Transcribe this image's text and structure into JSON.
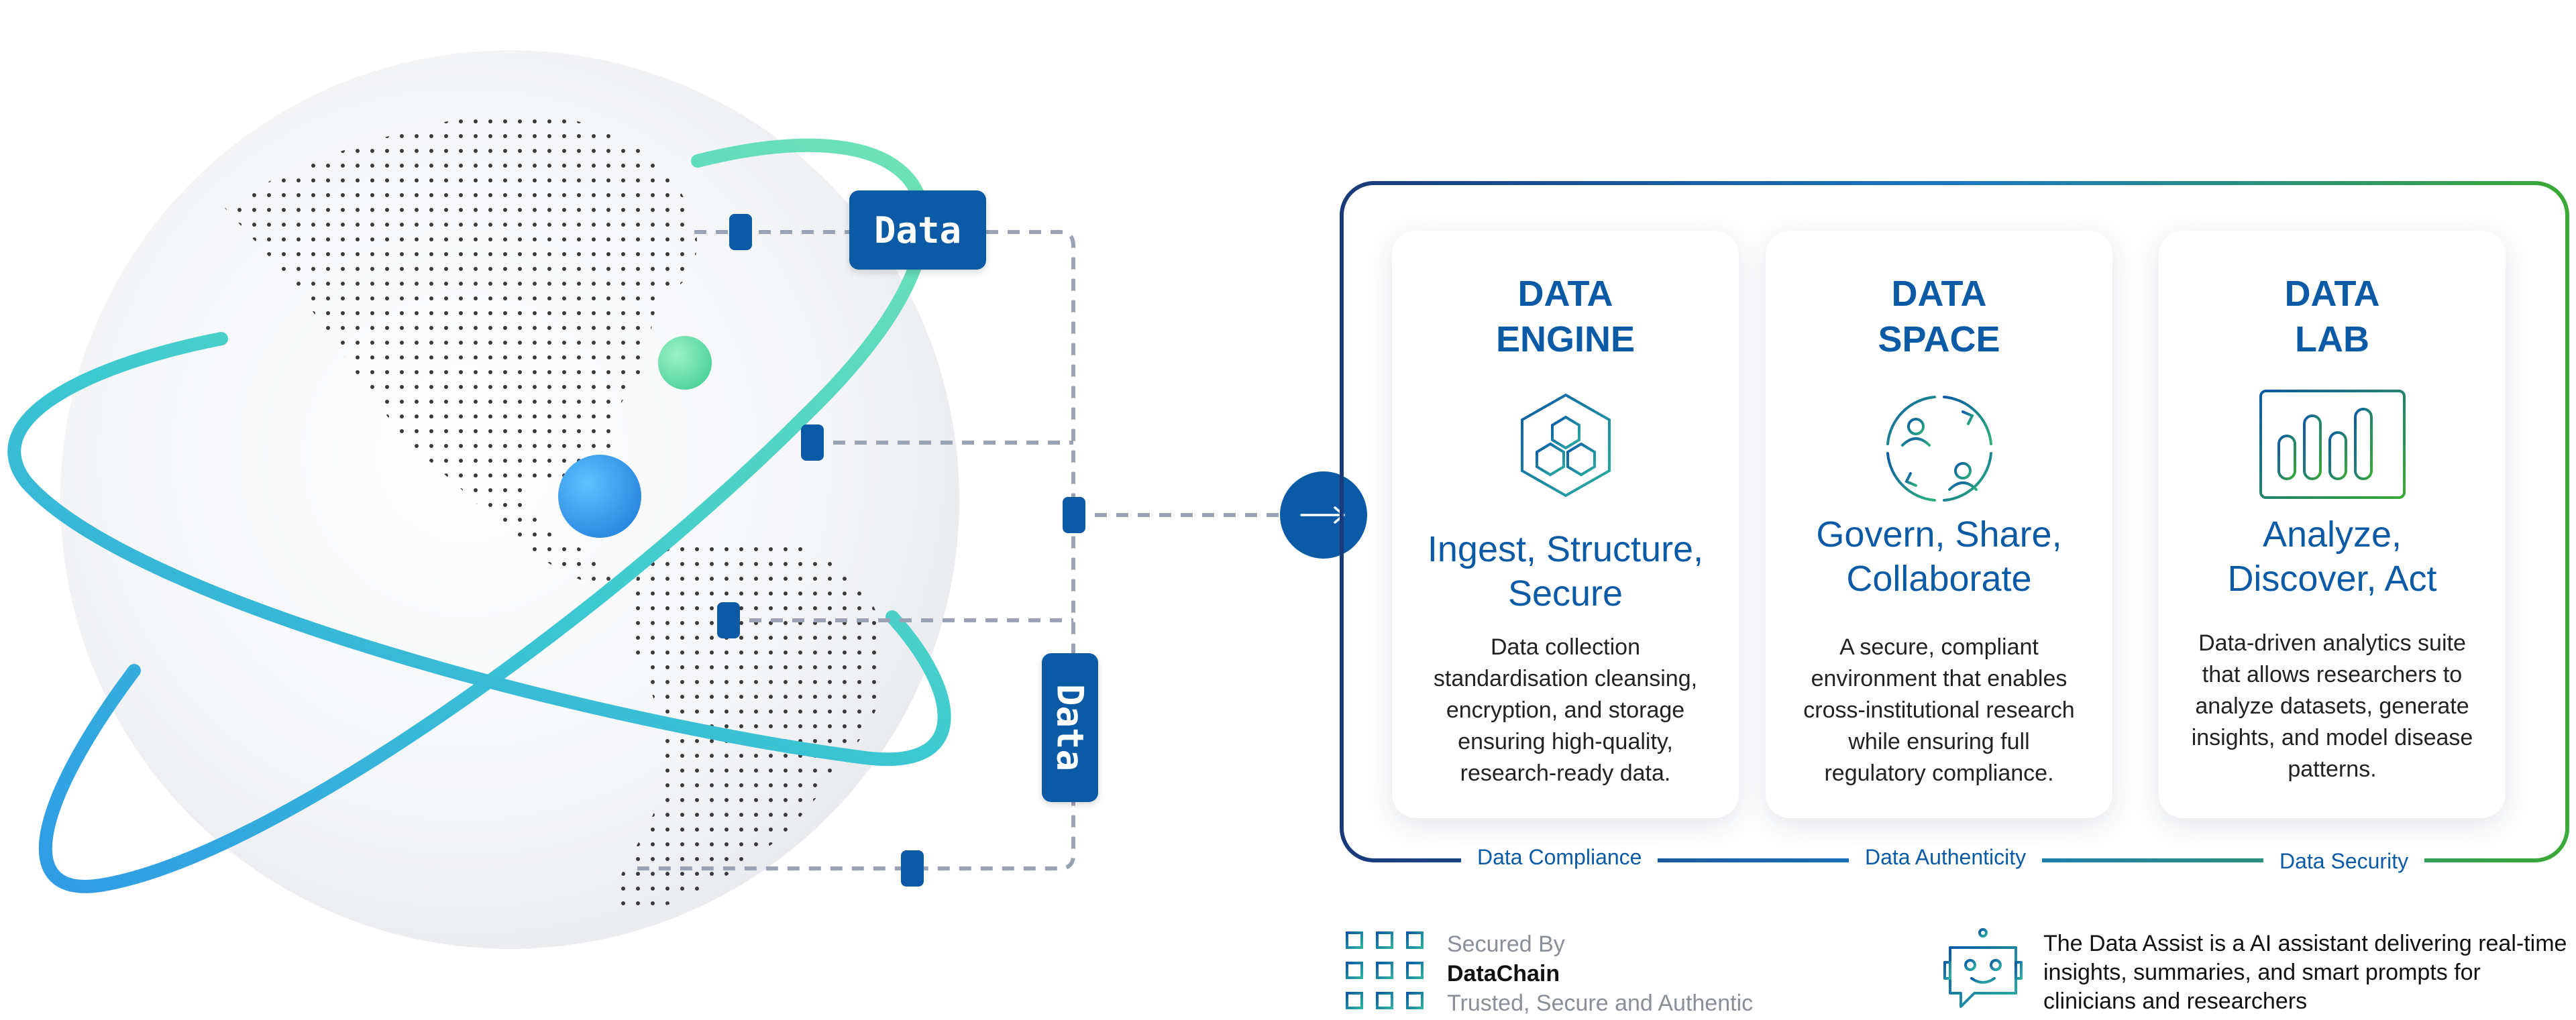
{
  "globe": {
    "tag_horizontal": "Data",
    "tag_vertical": "Data"
  },
  "modules": [
    {
      "title_line1": "DATA",
      "title_line2": "ENGINE",
      "icon": "hexagon-cluster-icon",
      "subtitle_line1": "Ingest, Structure,",
      "subtitle_line2": "Secure",
      "description": [
        "Data collection",
        "standardisation cleansing,",
        "encryption, and storage",
        "ensuring high-quality,",
        "research-ready data."
      ]
    },
    {
      "title_line1": "DATA",
      "title_line2": "SPACE",
      "icon": "collaboration-cycle-icon",
      "subtitle_line1": "Govern, Share,",
      "subtitle_line2": "Collaborate",
      "description": [
        "A secure, compliant",
        "environment that enables",
        "cross-institutional research",
        "while ensuring full",
        "regulatory compliance."
      ]
    },
    {
      "title_line1": "DATA",
      "title_line2": "LAB",
      "icon": "bar-chart-icon",
      "subtitle_line1": "Analyze,",
      "subtitle_line2": "Discover, Act",
      "description": [
        "Data-driven analytics suite",
        "that allows researchers to",
        "analyze datasets, generate",
        "insights, and model disease",
        "patterns."
      ]
    }
  ],
  "frame_labels": [
    "Data Compliance",
    "Data Authenticity",
    "Data Security"
  ],
  "secured": {
    "line1": "Secured By",
    "line2": "DataChain",
    "line3": "Trusted, Secure and Authentic"
  },
  "assist": {
    "text": "The Data Assist is a AI assistant delivering real-time insights, summaries, and smart prompts for clinicians and researchers"
  },
  "colors": {
    "primary": "#0b5aa6",
    "navy": "#1a3a7a",
    "green": "#3aa935",
    "teal": "#44d3c0",
    "ring_blue": "#2f9be5",
    "connector": "#9aa3b5"
  }
}
